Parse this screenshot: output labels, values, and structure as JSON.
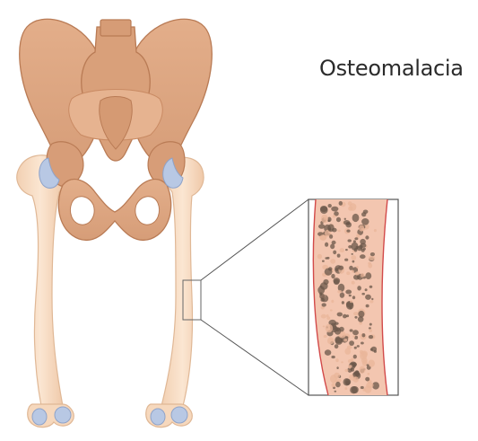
{
  "title": "Osteomalacia",
  "colors": {
    "bone_fill": "#dda682",
    "bone_dark": "#c98a63",
    "bone_outline": "#b97b55",
    "femur_fill": "#f6d8bd",
    "femur_outline": "#e0b896",
    "cartilage": "#b8c8e4",
    "cartilage_outline": "#8fa3c9",
    "callout_line": "#555555",
    "section_cortex": "#f3c6b0",
    "section_edge": "#d24a4a",
    "section_pores": "#5a4a40",
    "title_text": "#2b2b2b"
  },
  "icons": {
    "pelvis": "pelvis-illustration",
    "left_femur": "left-femur-illustration",
    "right_femur": "right-femur-illustration",
    "magnified_section": "bone-cross-section-illustration"
  }
}
